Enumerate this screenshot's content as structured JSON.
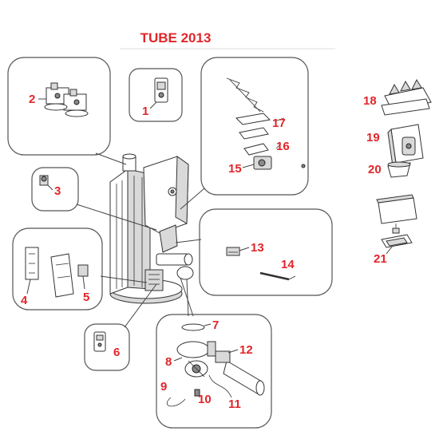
{
  "title": "TUBE 2013",
  "callouts": [
    "1",
    "2",
    "3",
    "4",
    "5",
    "6",
    "7",
    "8",
    "9",
    "10",
    "11",
    "12",
    "13",
    "14",
    "15",
    "16",
    "17",
    "18",
    "19",
    "20",
    "21"
  ],
  "colors": {
    "label": "#e0262a",
    "outline": "#333333",
    "bubble_stroke": "#555555"
  }
}
